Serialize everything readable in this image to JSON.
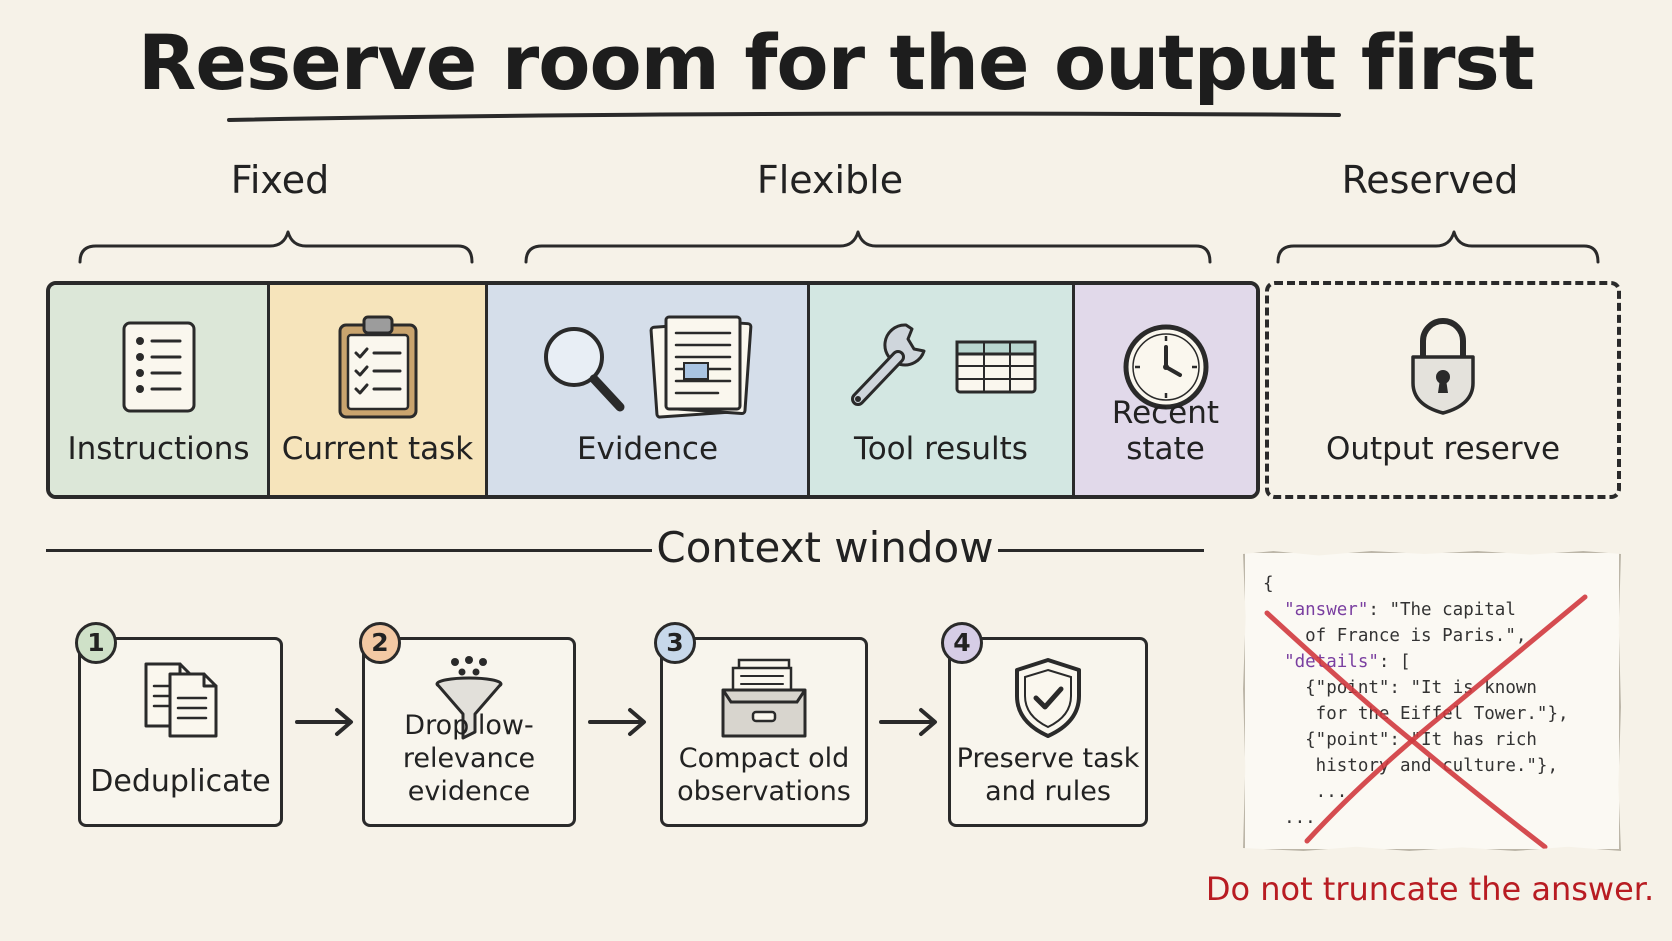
{
  "title": "Reserve room for the output first",
  "groups": {
    "fixed": "Fixed",
    "flexible": "Flexible",
    "reserved": "Reserved"
  },
  "segments": [
    {
      "label": "Instructions",
      "color": "#dce7d8",
      "icons": [
        "list-icon"
      ]
    },
    {
      "label": "Current task",
      "color": "#f6e4bb",
      "icons": [
        "clipboard-checklist-icon"
      ]
    },
    {
      "label": "Evidence",
      "color": "#d5deea",
      "icons": [
        "magnifier-icon",
        "documents-icon"
      ]
    },
    {
      "label": "Tool results",
      "color": "#d3e7e2",
      "icons": [
        "wrench-icon",
        "table-icon"
      ]
    },
    {
      "label": "Recent state",
      "color": "#e1d9ea",
      "icons": [
        "clock-icon"
      ]
    }
  ],
  "reserve": {
    "label": "Output reserve",
    "icon": "padlock-icon"
  },
  "context_label": "Context window",
  "steps": [
    {
      "num": "1",
      "label": "Deduplicate",
      "badge_color": "#cfe1c8",
      "icon": "copies-icon"
    },
    {
      "num": "2",
      "label": "Drop low-relevance evidence",
      "line1": "Drop low-relevance",
      "line2": "evidence",
      "badge_color": "#f3c9a4",
      "icon": "funnel-icon"
    },
    {
      "num": "3",
      "label": "Compact old observations",
      "line1": "Compact old",
      "line2": "observations",
      "badge_color": "#c7d8ea",
      "icon": "archive-box-icon"
    },
    {
      "num": "4",
      "label": "Preserve task and rules",
      "line1": "Preserve task",
      "line2": "and rules",
      "badge_color": "#d6cde6",
      "icon": "shield-check-icon"
    }
  ],
  "json_example": {
    "lines": [
      "{",
      "  \"answer\": \"The capital",
      "    of France is Paris.\",",
      "  \"details\": [",
      "    {\"point\": \"It is known",
      "     for the Eiffel Tower.\"},",
      "    {\"point\": \"It has rich",
      "     history and culture.\"},",
      "     ...",
      "  ..."
    ],
    "cross_color": "#d0393e"
  },
  "warning": "Do not truncate the answer."
}
